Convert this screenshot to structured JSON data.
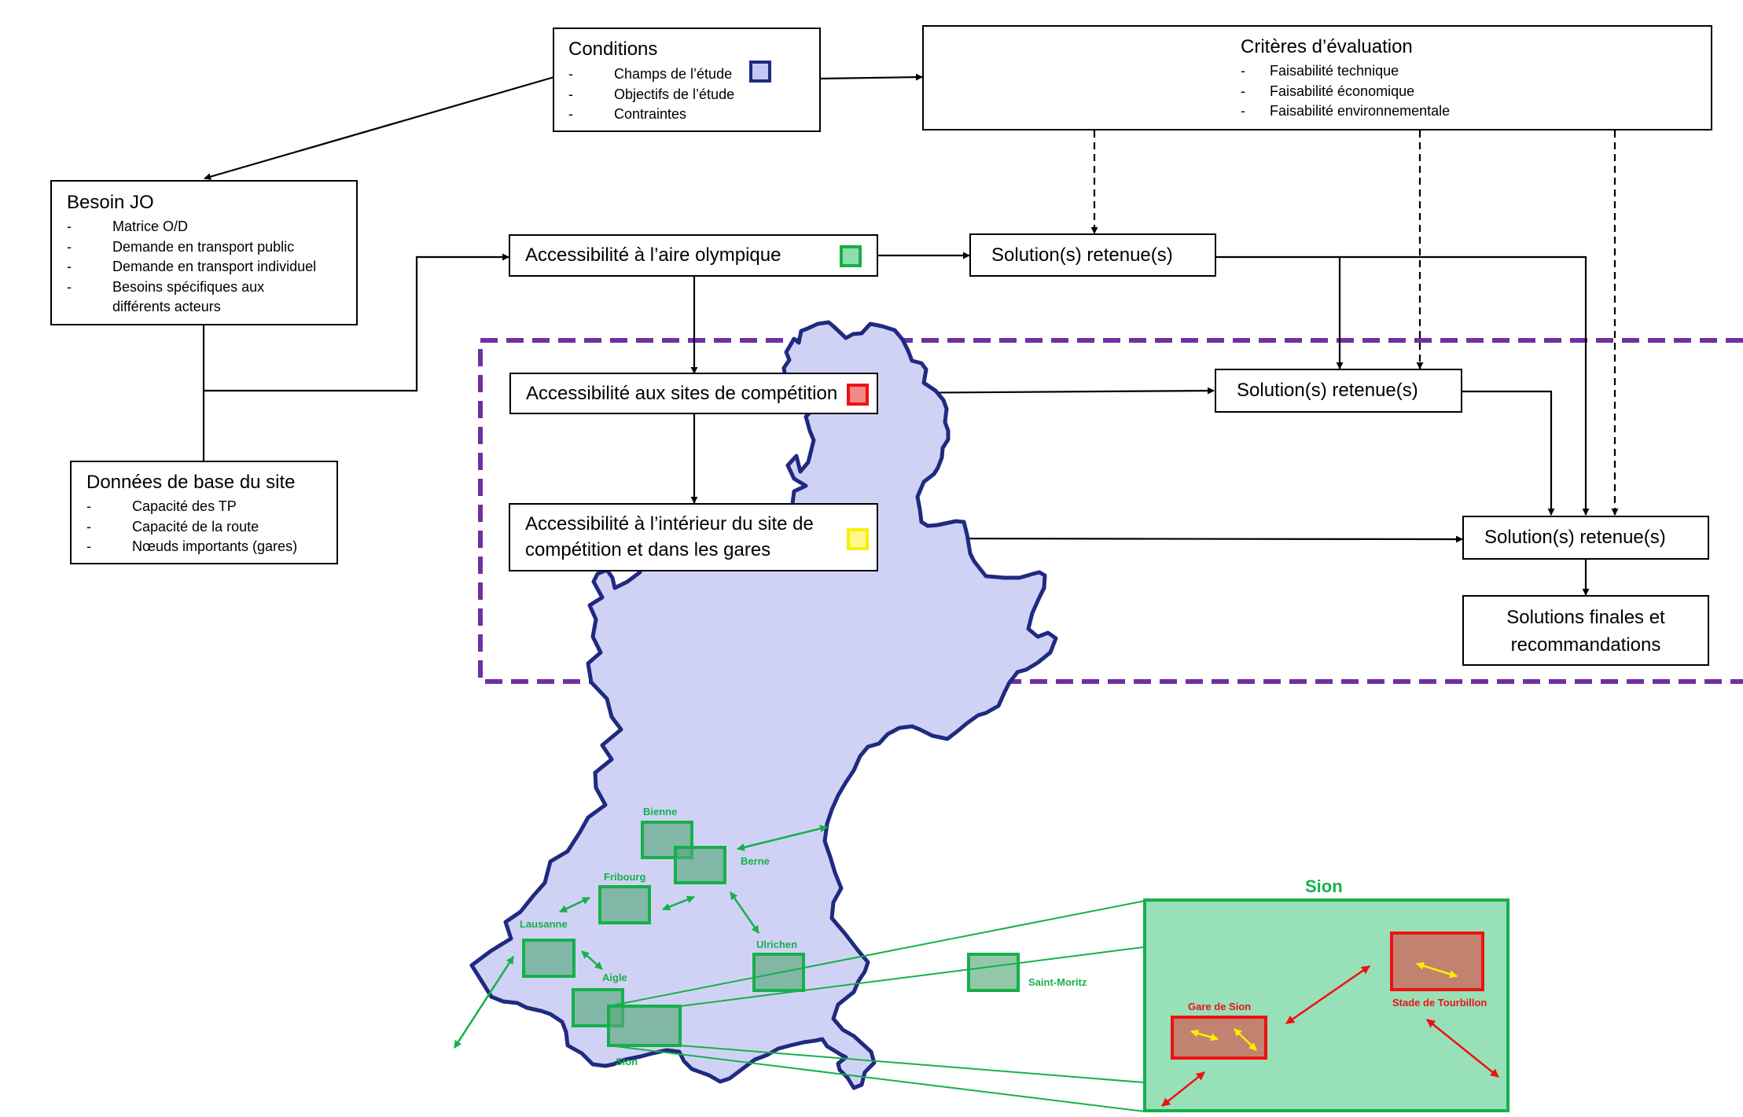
{
  "colors": {
    "navy": "#1f2a80",
    "lavender": "#c5c7f2",
    "green": "#16b04a",
    "green_fill": "#8fdcae",
    "red": "#ee1111",
    "red_fill": "#c28270",
    "yellow": "#f6f000",
    "purple": "#7030a0"
  },
  "conditions": {
    "title": "Conditions",
    "items": [
      "Champs de l’étude",
      "Objectifs de l’étude",
      "Contraintes"
    ],
    "icon": "lavender-square-icon"
  },
  "criteres": {
    "title": "Critères d’évaluation",
    "items": [
      "Faisabilité technique",
      "Faisabilité économique",
      "Faisabilité environnementale"
    ]
  },
  "besoin": {
    "title": "Besoin JO",
    "items": [
      "Matrice O/D",
      "Demande en transport public",
      "Demande en transport individuel",
      "Besoins spécifiques aux\ndifférents acteurs"
    ]
  },
  "donnees": {
    "title": "Données de base du site",
    "items": [
      "Capacité des TP",
      "Capacité de la route",
      "Nœuds importants (gares)"
    ]
  },
  "accessibility": {
    "aire": {
      "label": "Accessibilité à l’aire olympique",
      "icon": "green-square-icon"
    },
    "sites": {
      "label": "Accessibilité aux sites de compétition",
      "icon": "red-square-icon"
    },
    "interieur": {
      "label": "Accessibilité à l’intérieur du site de\ncompétition et dans les gares",
      "icon": "yellow-square-icon"
    }
  },
  "solutions": {
    "s1": "Solution(s) retenue(s)",
    "s2": "Solution(s) retenue(s)",
    "s3": "Solution(s) retenue(s)",
    "final": "Solutions finales et\nrecommandations"
  },
  "map": {
    "cities": [
      "Bienne",
      "Berne",
      "Fribourg",
      "Lausanne",
      "Aigle",
      "Sion",
      "Ulrichen",
      "Saint-Moritz"
    ],
    "zoom_title": "Sion",
    "gare": "Gare de Sion",
    "stade": "Stade de Tourbillon"
  }
}
